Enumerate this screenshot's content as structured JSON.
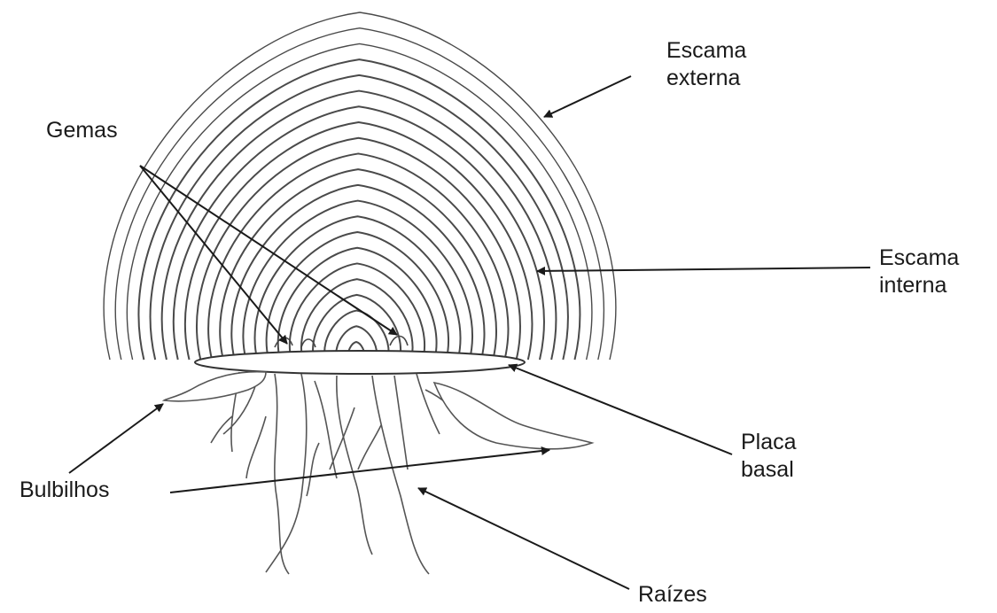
{
  "labels": {
    "escama_externa": "Escama\nexterna",
    "gemas": "Gemas",
    "escama_interna": "Escama\ninterna",
    "placa_basal": "Placa\nbasal",
    "bulbilhos": "Bulbilhos",
    "raizes": "Raízes"
  },
  "colors": {
    "ink": "#1a1a1a",
    "scale_line": "#4a4a4a",
    "background": "#ffffff"
  }
}
